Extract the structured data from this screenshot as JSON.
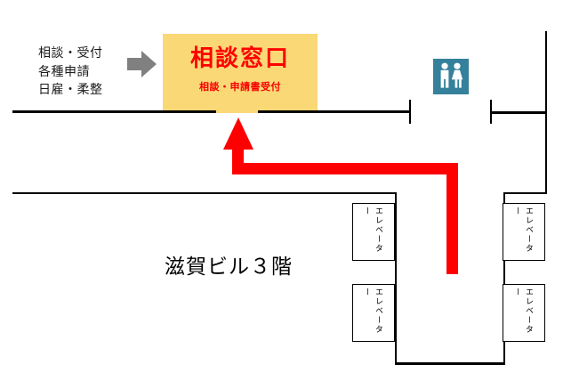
{
  "map": {
    "services": [
      "相談・受付",
      "各種申請",
      "日雇・柔整"
    ],
    "counter": {
      "title": "相談窓口",
      "subtitle": "相談・申請書受付"
    },
    "floor_label": "滋賀ビル３階",
    "elevator_label": "エレベーター"
  },
  "colors": {
    "counter_bg": "#FAD876",
    "accent_red": "#FF0000",
    "arrow_gray": "#808080",
    "restroom_teal": "#35809B",
    "wall": "#000000"
  }
}
